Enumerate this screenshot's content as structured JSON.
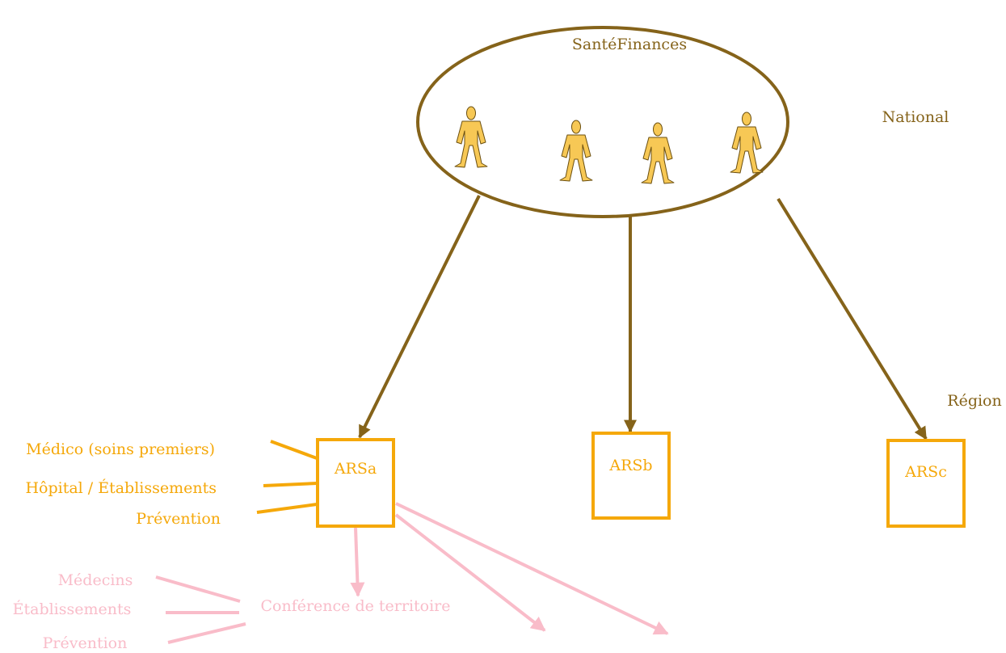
{
  "colors": {
    "national": "#85631A",
    "ars": "#F5A80A",
    "territory": "#F9BCC9",
    "person_fill": "#F7C855",
    "person_stroke": "#6B4F10"
  },
  "national": {
    "title": "SantéFinances",
    "level_label": "National",
    "members_icon": "person-icon",
    "member_count": 4
  },
  "region": {
    "level_label": "Région",
    "agencies": [
      "ARSa",
      "ARSb",
      "ARSc"
    ]
  },
  "ars_sectors": [
    "Médico (soins premiers)",
    "Hôpital / Établissements",
    "Prévention"
  ],
  "territory": {
    "title": "Conférence de territoire",
    "inputs": [
      "Médecins",
      "Établissements",
      "Prévention"
    ]
  }
}
